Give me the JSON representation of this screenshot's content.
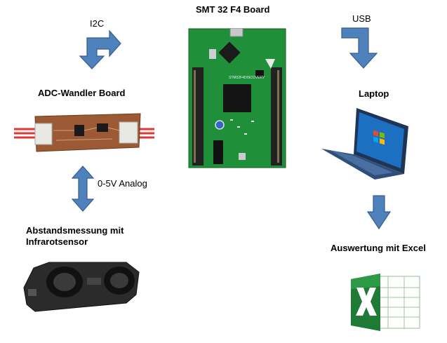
{
  "board": {
    "title": "SMT 32 F4 Board",
    "pcb_text": "STM32F4DISCOVERY"
  },
  "adc": {
    "title": "ADC-Wandler Board"
  },
  "sensor": {
    "title": "Abstandsmessung mit\nInfrarotsensor"
  },
  "laptop": {
    "title": "Laptop"
  },
  "excel": {
    "title": "Auswertung mit Excel"
  },
  "links": {
    "i2c": "I2C",
    "usb": "USB",
    "analog": "0-5V Analog"
  },
  "colors": {
    "arrow_fill": "#4F81BD",
    "arrow_stroke": "#385D8A",
    "pcb_green": "#1F8F3A",
    "excel_green": "#1E7A34"
  }
}
